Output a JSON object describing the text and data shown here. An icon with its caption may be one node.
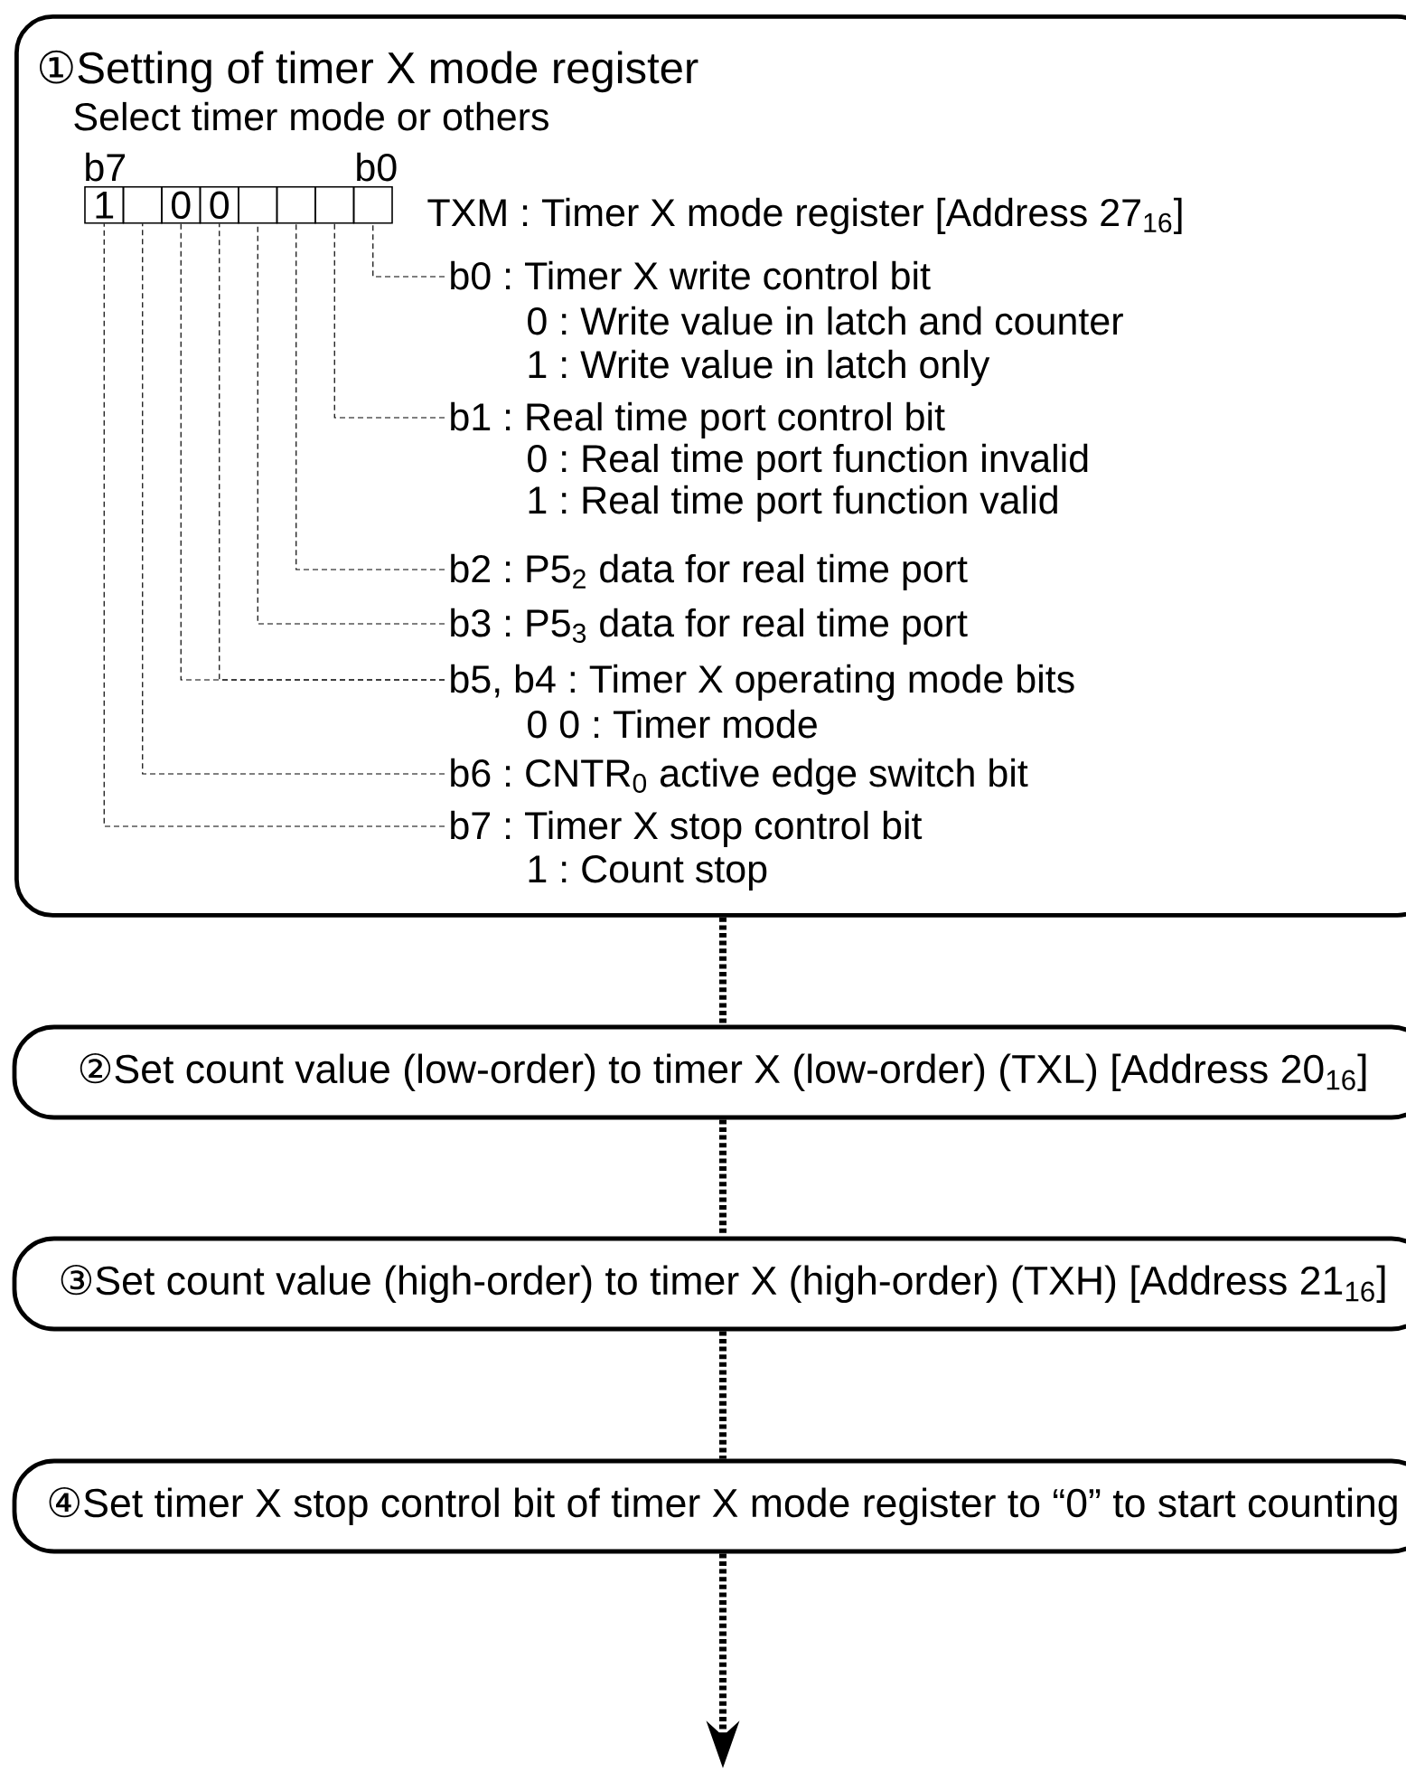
{
  "diagram": {
    "nodes": [
      {
        "text": [
          "①Setting of timer X mode register",
          "Select timer mode or others"
        ]
      },
      {
        "text": [
          "1"
        ],
        "in": 0
      },
      {
        "text": [],
        "shape": "box",
        "in": 0
      },
      {
        "text": [
          "0"
        ],
        "in": 0
      },
      {
        "text": [
          "0"
        ],
        "in": 0
      },
      {
        "text": [],
        "shape": "box",
        "in": 0
      },
      {
        "text": [],
        "shape": "box",
        "in": 0
      },
      {
        "text": [],
        "shape": "box",
        "in": 0
      },
      {
        "text": [],
        "shape": "box",
        "in": 0
      },
      {
        "text": [
          "b0 : Timer X write control bit",
          "0 : Write value in latch and counter",
          "1 : Write value in latch only"
        ],
        "in": 0
      },
      {
        "text": [
          "b1 : Real time port control bit",
          "0 : Real time port function invalid",
          "1 : Real time port function valid"
        ],
        "in": 0
      },
      {
        "text": [
          "b2 : P5$_{2}$ data for real time port"
        ],
        "in": 0
      },
      {
        "text": [
          "b3 : P5$_{3}$ data for real time port"
        ],
        "in": 0
      },
      {
        "text": [
          "b5, b4 : Timer X operating mode bits",
          "0 0 : Timer mode"
        ],
        "in": 0
      },
      {
        "text": [
          "b6 : CNTR$_{0}$ active edge switch bit"
        ],
        "in": 0
      },
      {
        "text": [
          "b7 : Timer X stop control bit",
          "1 : Count stop"
        ],
        "in": 0
      },
      {
        "text": [
          "②Set count value (low-order) to timer X (low-order) (TXL) [Address 20$_{16}$]"
        ]
      },
      {
        "text": [
          "③Set count value (high-order) to timer X (high-order) (TXH) [Address 21$_{16}$]"
        ]
      },
      {
        "text": [
          "④Set timer X stop control bit of timer X mode register to “0” to start counting"
        ]
      }
    ],
    "edges": [
      {
        "from": 9,
        "to": 8,
        "arrow": "none",
        "style": "dashed"
      },
      {
        "from": 10,
        "to": 7,
        "arrow": "none",
        "style": "dashed"
      },
      {
        "from": 11,
        "to": 6,
        "arrow": "none",
        "style": "dashed"
      },
      {
        "from": 12,
        "to": 5,
        "arrow": "none",
        "style": "dashed"
      },
      {
        "from": 13,
        "to": 4,
        "arrow": "none",
        "style": "dashed"
      },
      {
        "from": 13,
        "to": 3,
        "arrow": "none",
        "style": "dashed"
      },
      {
        "from": 14,
        "to": 2,
        "arrow": "none",
        "style": "dashed"
      },
      {
        "from": 15,
        "to": 1,
        "arrow": "none",
        "style": "dashed"
      },
      {
        "from": 0,
        "to": 16,
        "arrow": "none",
        "style": "dashed"
      },
      {
        "from": 16,
        "to": 17,
        "arrow": "none",
        "style": "dashed"
      },
      {
        "from": 17,
        "to": 18,
        "arrow": "none",
        "style": "dashed"
      },
      {
        "from": 18,
        "to": null,
        "arrow": "to",
        "style": "dashed"
      }
    ],
    "labels": [
      "b7",
      "b0",
      "TXM : Timer X mode register [Address 27$_{16}$]"
    ]
  }
}
